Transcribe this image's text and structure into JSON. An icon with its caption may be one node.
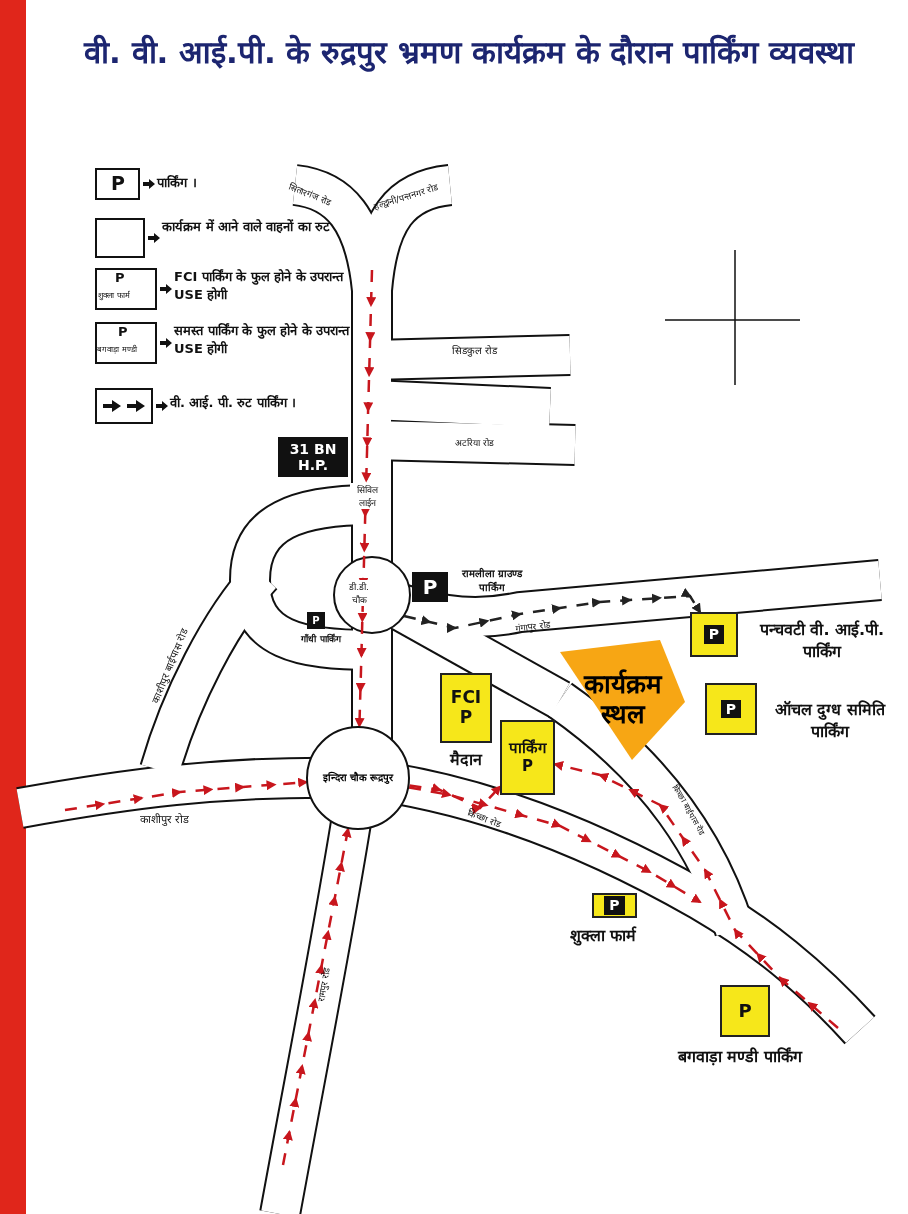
{
  "diagram": {
    "title": "वी. वी. आई.पी. के रुद्रपुर भ्रमण कार्यक्रम के दौरान पार्किंग व्यवस्था",
    "nodes": [
      {
        "text": [
          "31 BN H.P."
        ]
      },
      {
        "text": [
          "P"
        ],
        "beside": [
          "रामलीला ग्राउण्ड पार्किंग"
        ]
      },
      {
        "text": [
          "P"
        ],
        "beside": [
          "गाँधी पार्किंग"
        ]
      },
      {
        "text": [
          "कार्यक्रम स्थल"
        ]
      },
      {
        "text": [
          "P"
        ],
        "beside": [
          "पन्चवटी वी. आई.पी. पार्किंग"
        ]
      },
      {
        "text": [
          "P"
        ],
        "beside": [
          "ऑचल दुग्ध समिति पार्किंग"
        ]
      },
      {
        "text": [
          "FCI",
          "P"
        ],
        "beside": [
          "मैदान"
        ]
      },
      {
        "text": [
          "पार्किंग",
          "P"
        ]
      },
      {
        "text": [
          "P"
        ],
        "beside": [
          "शुक्ला फार्म"
        ]
      },
      {
        "text": [
          "P"
        ],
        "beside": [
          "बगवाड़ा मण्डी पार्किंग"
        ]
      },
      {
        "text": [
          "इन्दिरा चौक रूद्रपुर"
        ]
      }
    ],
    "edges": [
      {
        "from": null,
        "to": 10,
        "arrow": "to",
        "style": "dashed"
      },
      {
        "from": null,
        "to": 10,
        "arrow": "to",
        "style": "dashed"
      },
      {
        "from": null,
        "to": 10,
        "arrow": "to",
        "style": "dashed"
      },
      {
        "from": 10,
        "to": 7,
        "arrow": "to",
        "style": "dashed"
      },
      {
        "from": null,
        "to": 7,
        "arrow": "to",
        "style": "dashed"
      },
      {
        "from": 10,
        "to": null,
        "arrow": "to",
        "style": "dashed"
      },
      {
        "from": null,
        "to": 4,
        "arrow": "to",
        "style": "dashed",
        "color": "#222222"
      }
    ],
    "labels": [
      "P",
      "P",
      "शुक्ला फार्म",
      "P",
      "बगवाड़ा मण्डी",
      "सितारगंज रोड",
      "हल्द्वानी/पन्तनगर रोड",
      "सिडकुल रोड",
      "अटरिया रोड",
      "सिविल लाईन",
      "डी.डी. चौक",
      "गंगापुर रोड",
      "काशीपुर बाईपास रोड",
      "काशीपुर रोड",
      "किच्छा रोड",
      "किच्छा बाईपास रोड",
      "रामपुर रोड"
    ],
    "legend": [
      {
        "text": "पार्किंग ।"
      },
      {
        "text": "कार्यक्रम में आने वाले वाहनों का रुट"
      },
      {
        "text": "FCI पार्किंग के फुल होने के उपरान्त USE होगी"
      },
      {
        "text": "समस्त पार्किंग के फुल होने के उपरान्त USE होगी"
      },
      {
        "text": "वी. आई. पी. रुट पार्किंग ।"
      }
    ]
  }
}
